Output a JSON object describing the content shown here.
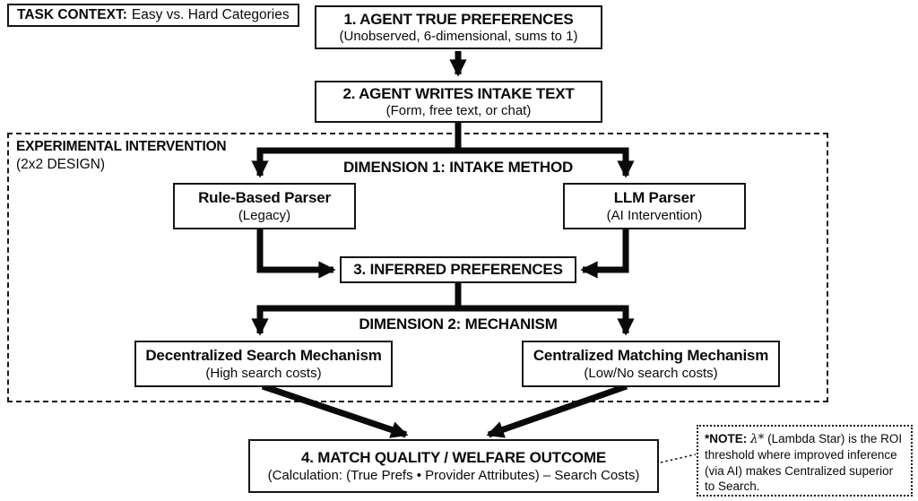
{
  "task_context": {
    "label": "TASK CONTEXT:",
    "value": "Easy vs. Hard Categories"
  },
  "flow": {
    "step1": {
      "title": "1. AGENT TRUE PREFERENCES",
      "subtitle": "(Unobserved, 6-dimensional, sums to 1)"
    },
    "step2": {
      "title": "2. AGENT WRITES INTAKE TEXT",
      "subtitle": "(Form, free text, or chat)"
    },
    "rule_parser": {
      "title": "Rule-Based Parser",
      "subtitle": "(Legacy)"
    },
    "llm_parser": {
      "title": "LLM Parser",
      "subtitle": "(AI Intervention)"
    },
    "step3": {
      "title": "3. INFERRED PREFERENCES"
    },
    "decentralized": {
      "title": "Decentralized Search Mechanism",
      "subtitle": "(High search costs)"
    },
    "centralized": {
      "title": "Centralized Matching Mechanism",
      "subtitle": "(Low/No search costs)"
    },
    "step4": {
      "title": "4. MATCH QUALITY / WELFARE OUTCOME",
      "subtitle": "(Calculation: (True Prefs • Provider Attributes) – Search Costs)"
    }
  },
  "intervention_region": {
    "label": "EXPERIMENTAL INTERVENTION",
    "sublabel": "(2x2 DESIGN)",
    "dimension1_label": "DIMENSION 1: INTAKE METHOD",
    "dimension2_label": "DIMENSION 2: MECHANISM"
  },
  "note": {
    "label": "*NOTE:",
    "symbol": "λ*",
    "text": "(Lambda Star) is the ROI threshold where improved inference (via AI) makes Centralized superior to Search."
  },
  "colors": {
    "ink": "#0a0a0a",
    "background": "#ffffff"
  }
}
